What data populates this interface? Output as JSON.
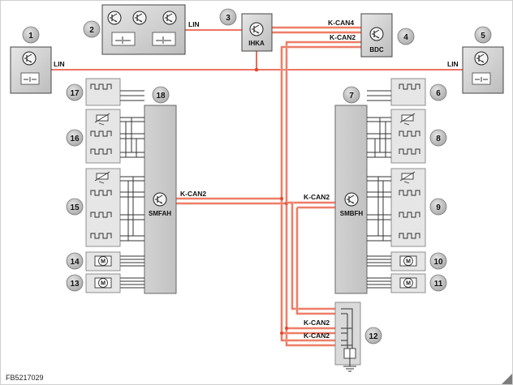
{
  "bus_labels": {
    "lin_left": "LIN",
    "lin_top": "LIN",
    "lin_right": "LIN",
    "kcan4": "K-CAN4",
    "kcan2_bdc": "K-CAN2",
    "kcan2_smfah": "K-CAN2",
    "kcan2_smbfh": "K-CAN2",
    "kcan2_bottom_1": "K-CAN2",
    "kcan2_bottom_2": "K-CAN2"
  },
  "modules": {
    "ihka": "IHKA",
    "bdc": "BDC",
    "smfah": "SMFAH",
    "smbfh": "SMBFH"
  },
  "numbers": [
    "1",
    "2",
    "3",
    "4",
    "5",
    "6",
    "7",
    "8",
    "9",
    "10",
    "11",
    "12",
    "13",
    "14",
    "15",
    "16",
    "17",
    "18"
  ],
  "footer_code": "FB5217029",
  "colors": {
    "bus_red": "#e8462f",
    "bus_pink": "#f3b7a6",
    "module_gray": "#c8c8c8",
    "box_gray": "#d9d9d9",
    "number_circle": "#b8b8b8"
  }
}
